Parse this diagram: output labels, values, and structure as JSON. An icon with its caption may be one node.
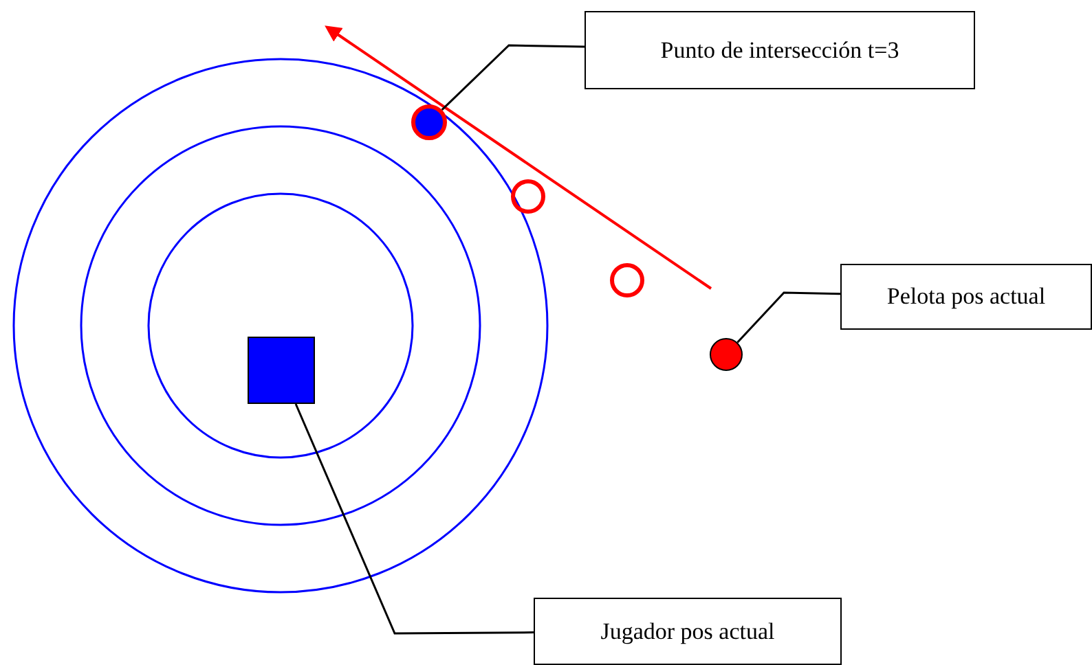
{
  "diagram": {
    "nodes": [
      {
        "text": [
          "Punto de intersección t=3"
        ]
      },
      {
        "text": [
          "Pelota pos actual"
        ]
      },
      {
        "text": [
          "Jugador pos actual"
        ]
      },
      {
        "text": [],
        "shape": "circle"
      },
      {
        "text": [],
        "shape": "circle"
      },
      {
        "text": [],
        "shape": "box"
      }
    ],
    "edges": [
      {
        "from": 0,
        "to": 3,
        "arrow": "none"
      },
      {
        "from": 1,
        "to": 4,
        "arrow": "none"
      },
      {
        "from": 2,
        "to": 5,
        "arrow": "none"
      }
    ]
  }
}
